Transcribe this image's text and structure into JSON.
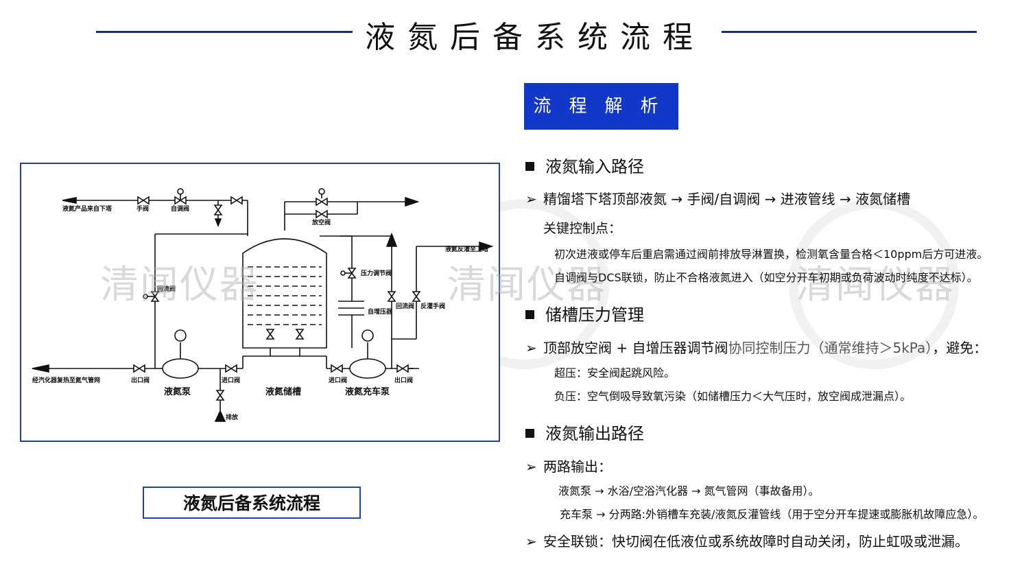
{
  "header": {
    "title": "液氮后备系统流程"
  },
  "watermark": {
    "text": "清闻仪器"
  },
  "diagram": {
    "labels": {
      "source": "液氮产品来自下塔",
      "manual_valve": "手阀",
      "control_valve": "自调阀",
      "vent_valve": "放空阀",
      "to_upper_tower": "液氮反灌至上塔",
      "pressurizer_valve": "压力调节阀",
      "pressurizer": "自增压器",
      "return_valve_1": "回流阀",
      "return_valve_2": "回流阀",
      "reflux_valve": "反灌手阀",
      "to_vaporizer": "经汽化器复热至氮气管网",
      "outlet_valve_left": "出口阀",
      "inlet_valve_left": "进口阀",
      "inlet_valve_right": "进口阀",
      "outlet_valve_right": "出口阀",
      "drain": "排放",
      "pump_left": "液氮泵",
      "tank": "液氮储槽",
      "pump_right": "液氮充车泵"
    },
    "caption": "液氮后备系统流程"
  },
  "panel": {
    "tag": "流程解析",
    "sections": [
      {
        "heading": "液氮输入路径",
        "bullet": "精馏塔下塔顶部液氮 → 手阀/自调阀 → 进液管线 → 液氮储槽",
        "key_points_label": "关键控制点：",
        "lines": [
          "初次进液或停车后重启需通过阀前排放导淋置换，检测氧含量合格＜10ppm后方可进液。",
          "自调阀与DCS联锁，防止不合格液氮进入（如空分开车初期或负荷波动时纯度不达标）。"
        ]
      },
      {
        "heading": "储槽压力管理",
        "bullet_main": "顶部放空阀 + 自增压器调节阀",
        "bullet_grey": "协同控制压力（通常维持＞5kPa）",
        "bullet_tail": "，避免：",
        "lines": [
          "超压：安全阀起跳风险。",
          "负压：空气倒吸导致氧污染（如储槽压力＜大气压时，放空阀成泄漏点）。"
        ]
      },
      {
        "heading": "液氮输出路径",
        "bullet": "两路输出：",
        "lines": [
          "液氮泵 → 水浴/空浴汽化器 → 氮气管网（事故备用）。",
          "充车泵 → 分两路:外销槽车充装/液氮反灌管线（用于空分开车提速或膨胀机故障应急）。"
        ],
        "bullet2": "安全联锁：快切阀在低液位或系统故障时自动关闭，防止虹吸或泄漏。"
      }
    ]
  },
  "colors": {
    "accent": "#1238c9",
    "rule": "#1a2a8c"
  }
}
